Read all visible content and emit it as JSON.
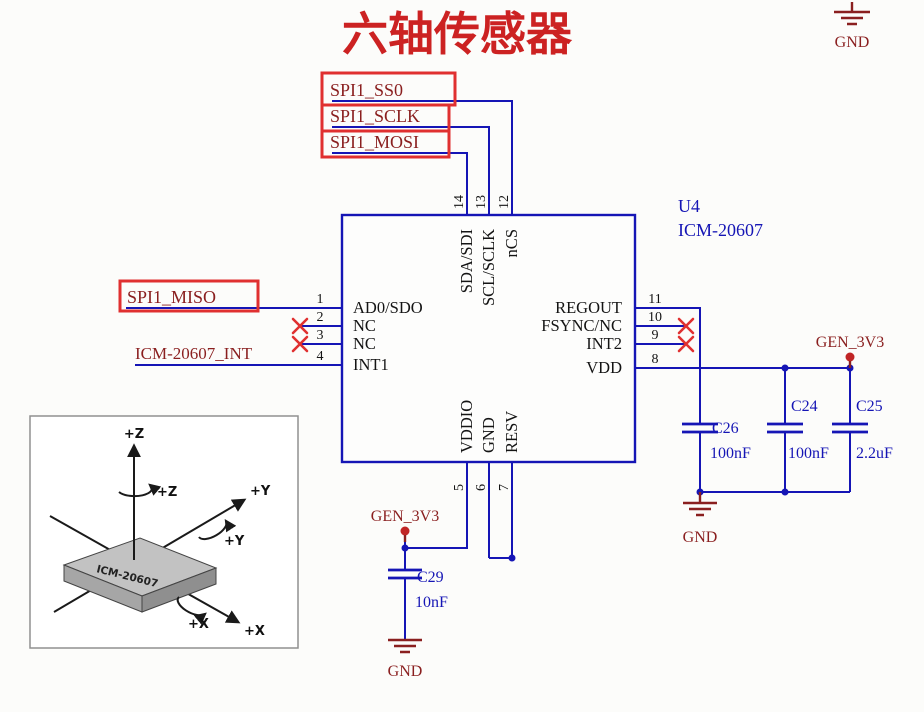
{
  "title": "六轴传感器",
  "designator": {
    "ref": "U4",
    "part": "ICM-20607"
  },
  "ic": {
    "left": [
      {
        "num": "1",
        "name": "AD0/SDO"
      },
      {
        "num": "2",
        "name": "NC"
      },
      {
        "num": "3",
        "name": "NC"
      },
      {
        "num": "4",
        "name": "INT1"
      }
    ],
    "right": [
      {
        "num": "11",
        "name": "REGOUT"
      },
      {
        "num": "10",
        "name": "FSYNC/NC"
      },
      {
        "num": "9",
        "name": "INT2"
      },
      {
        "num": "8",
        "name": "VDD"
      }
    ],
    "top": [
      {
        "num": "14",
        "name": "SDA/SDI"
      },
      {
        "num": "13",
        "name": "SCL/SCLK"
      },
      {
        "num": "12",
        "name": "nCS"
      }
    ],
    "bottom": [
      {
        "num": "5",
        "name": "VDDIO"
      },
      {
        "num": "6",
        "name": "GND"
      },
      {
        "num": "7",
        "name": "RESV"
      }
    ]
  },
  "nets": {
    "ss0": "SPI1_SS0",
    "sclk": "SPI1_SCLK",
    "mosi": "SPI1_MOSI",
    "miso": "SPI1_MISO",
    "int": "ICM-20607_INT",
    "v33_right": "GEN_3V3",
    "v33_bottom": "GEN_3V3",
    "gnd_top": "GND",
    "gnd_right": "GND",
    "gnd_bottom": "GND"
  },
  "caps": {
    "c26": {
      "ref": "C26",
      "value": "100nF"
    },
    "c24": {
      "ref": "C24",
      "value": "100nF"
    },
    "c25": {
      "ref": "C25",
      "value": "2.2uF"
    },
    "c29": {
      "ref": "C29",
      "value": "10nF"
    }
  },
  "inset": {
    "chip": "ICM-20607",
    "z": "+Z",
    "y": "+Y",
    "x": "+X",
    "rz": "+Z",
    "ry": "+Y",
    "rx": "+X"
  },
  "colors": {
    "wire": "#1515b5",
    "net_label": "#8a1f1f",
    "annotation_box": "#e03030",
    "title": "#cc2222"
  }
}
